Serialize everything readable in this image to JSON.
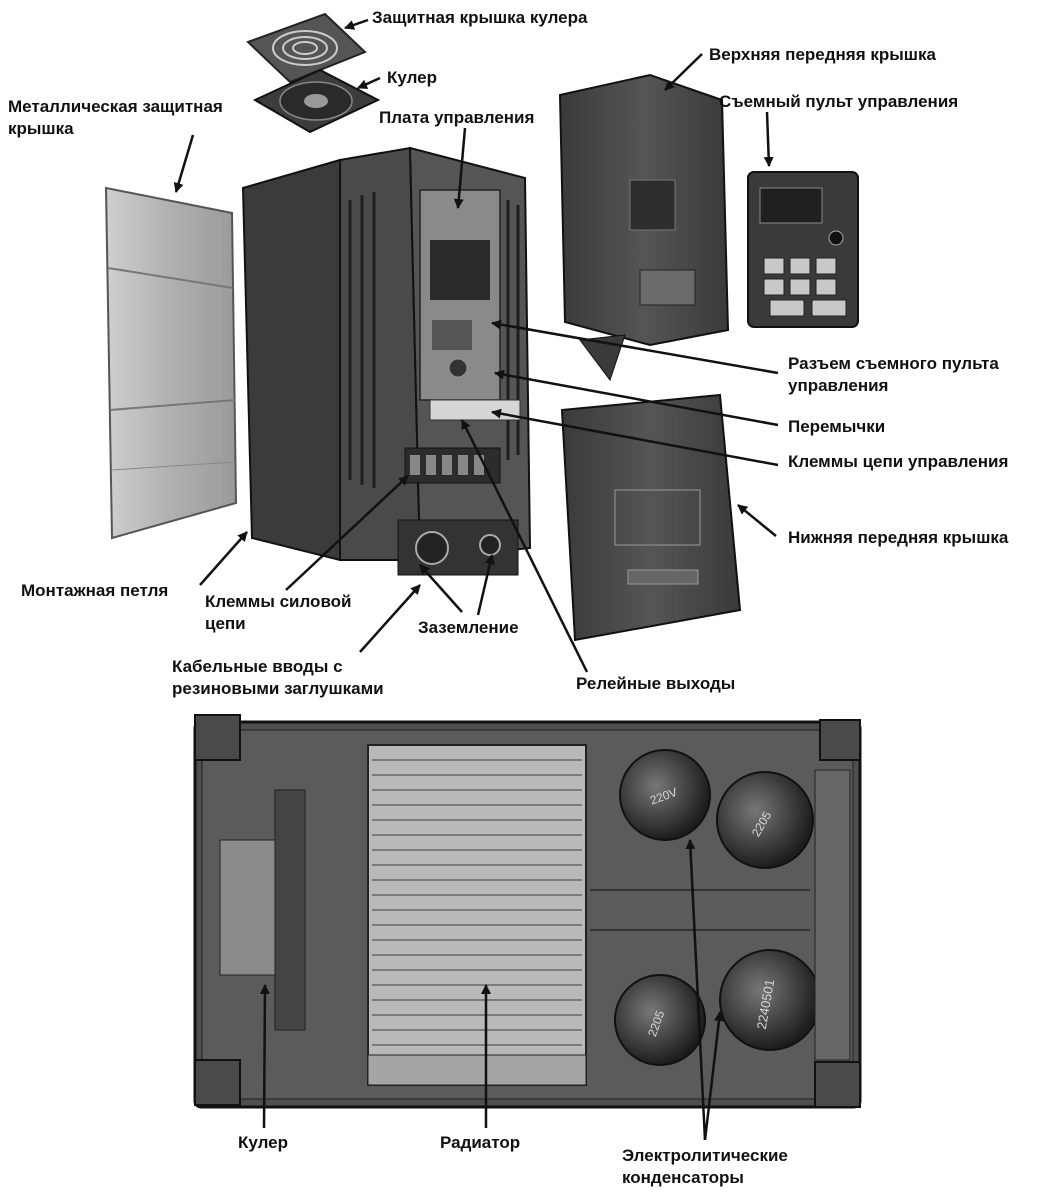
{
  "labels": {
    "fan_cover": "Защитная крышка кулера",
    "fan": "Кулер",
    "metal_cover_l1": "Металлическая защитная",
    "metal_cover_l2": "крышка",
    "control_board": "Плата управления",
    "upper_front_cover": "Верхняя передняя крышка",
    "keypad": "Съемный пульт управления",
    "keypad_connector_l1": "Разъем съемного пульта",
    "keypad_connector_l2": "управления",
    "jumpers": "Перемычки",
    "control_terminals": "Клеммы цепи управления",
    "lower_front_cover": "Нижняя передняя крышка",
    "mounting_loop": "Монтажная петля",
    "power_terminals_l1": "Клеммы силовой",
    "power_terminals_l2": "цепи",
    "grounding": "Заземление",
    "cable_entries_l1": "Кабельные вводы с",
    "cable_entries_l2": "резиновыми заглушками",
    "relay_outputs": "Релейные выходы",
    "bottom_fan": "Кулер",
    "radiator": "Радиатор",
    "capacitors_l1": "Электролитические",
    "capacitors_l2": "конденсаторы"
  },
  "device_markings": {
    "cap1": "220V",
    "cap2": "2205",
    "cap3": "2240501",
    "cap4": "2205"
  },
  "colors": {
    "device_body": "#4a4a4a",
    "device_dark": "#2e2e2e",
    "metal": "#b8b8b8",
    "label_text": "#111111"
  }
}
